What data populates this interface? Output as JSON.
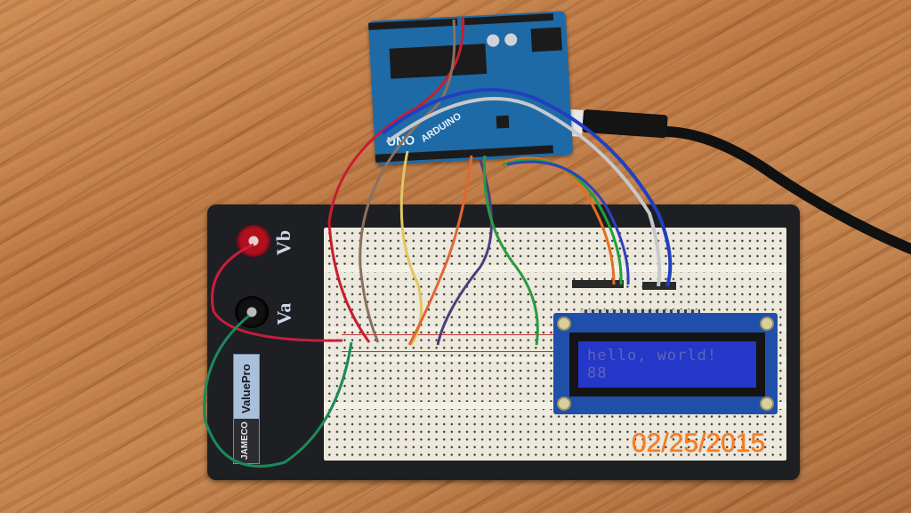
{
  "scene": {
    "description": "Arduino Uno wired to a solderless breadboard driving a blue 16x2 character LCD, on a wooden table",
    "background": "wood-table"
  },
  "breadboard_base": {
    "brand_primary": "ValuePro",
    "brand_secondary": "JAMECO",
    "posts": [
      {
        "label": "Vb",
        "color": "#c8102e"
      },
      {
        "label": "Va",
        "color": "#111111"
      }
    ]
  },
  "arduino": {
    "logo_text": "ARDUINO",
    "model_text": "UNO"
  },
  "lcd": {
    "line1": "hello, world!",
    "line2": "88",
    "backlight_color": "#2437c8"
  },
  "timestamp_overlay": "02/25/2015",
  "colors": {
    "board": "#1e1f22",
    "breadboard": "#ece8dc",
    "arduino_pcb": "#1e6aa6",
    "date_overlay": "#ff7a1a",
    "usb_cable": "#111111"
  }
}
